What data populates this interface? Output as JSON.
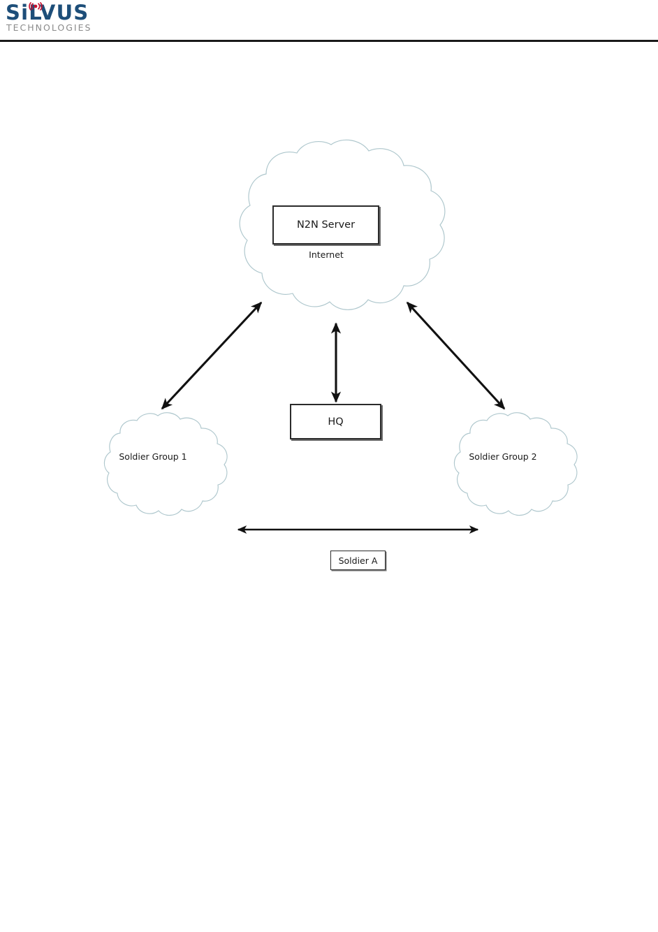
{
  "header": {
    "logo": {
      "wordmark_part1": "S",
      "wordmark_dotless_i": "i",
      "wordmark_part2": "LVUS",
      "wordmark_full": "SiLVUS",
      "subtext": "TECHNOLOGIES",
      "antenna_icon": "wireless-antenna-icon",
      "wordmark_color": "#1d4e79",
      "antenna_color": "#c8102e",
      "subtext_color": "#8a8a8a"
    },
    "rule_color": "#1a1a1a"
  },
  "diagram": {
    "type": "network-topology",
    "background_color": "#ffffff",
    "cloud_outline_color": "#adc6cc",
    "box_border_color": "#2b2b2b",
    "arrow_color": "#111111",
    "nodes": [
      {
        "id": "n2n-server",
        "label": "N2N Server",
        "shape": "rectangle"
      },
      {
        "id": "internet-cloud",
        "label": "Internet",
        "shape": "cloud"
      },
      {
        "id": "soldier-group-1",
        "label": "Soldier Group 1",
        "shape": "cloud"
      },
      {
        "id": "soldier-group-2",
        "label": "Soldier Group 2",
        "shape": "cloud"
      },
      {
        "id": "hq",
        "label": "HQ",
        "shape": "rectangle"
      },
      {
        "id": "soldier-a",
        "label": "Soldier A",
        "shape": "rectangle"
      }
    ],
    "connections": [
      {
        "id": "conn-internet-group1",
        "from": "soldier-group-1",
        "to": "internet-cloud",
        "style": "double-headed-arrow",
        "orientation": "diagonal"
      },
      {
        "id": "conn-internet-hq",
        "from": "hq",
        "to": "internet-cloud",
        "style": "double-headed-arrow",
        "orientation": "vertical"
      },
      {
        "id": "conn-internet-group2",
        "from": "soldier-group-2",
        "to": "internet-cloud",
        "style": "double-headed-arrow",
        "orientation": "diagonal"
      },
      {
        "id": "conn-group1-group2",
        "from": "soldier-group-1",
        "to": "soldier-group-2",
        "style": "double-headed-arrow",
        "orientation": "horizontal"
      }
    ]
  }
}
